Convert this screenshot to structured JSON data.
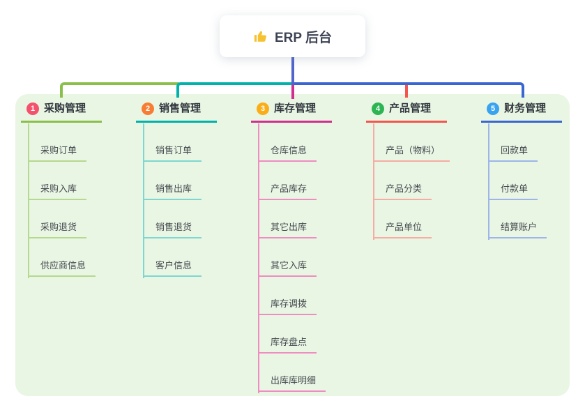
{
  "page": {
    "background": "#ffffff",
    "panel_color": "#e9f6e4"
  },
  "root": {
    "title": "ERP 后台",
    "icon": "thumbs-up-icon",
    "icon_color": "#f6c231",
    "connector_color": "#5065cf"
  },
  "branches": [
    {
      "number": "1",
      "title": "采购管理",
      "badge_color": "#f4516c",
      "line_color": "#8abf4c",
      "child_line_color": "#b5d98e",
      "children": [
        "采购订单",
        "采购入库",
        "采购退货",
        "供应商信息"
      ]
    },
    {
      "number": "2",
      "title": "销售管理",
      "badge_color": "#f87d33",
      "line_color": "#00b2a9",
      "child_line_color": "#7dd7d0",
      "children": [
        "销售订单",
        "销售出库",
        "销售退货",
        "客户信息"
      ]
    },
    {
      "number": "3",
      "title": "库存管理",
      "badge_color": "#fbad18",
      "line_color": "#d02f90",
      "child_line_color": "#ef8cc2",
      "children": [
        "仓库信息",
        "产品库存",
        "其它出库",
        "其它入库",
        "库存调拨",
        "库存盘点",
        "出库库明细"
      ]
    },
    {
      "number": "4",
      "title": "产品管理",
      "badge_color": "#2eb553",
      "line_color": "#f4564e",
      "child_line_color": "#f7aba3",
      "children": [
        "产品（物料）",
        "产品分类",
        "产品单位"
      ]
    },
    {
      "number": "5",
      "title": "财务管理",
      "badge_color": "#3aa3f0",
      "line_color": "#3a66d1",
      "child_line_color": "#9db5e9",
      "children": [
        "回款单",
        "付款单",
        "结算账户"
      ]
    }
  ]
}
